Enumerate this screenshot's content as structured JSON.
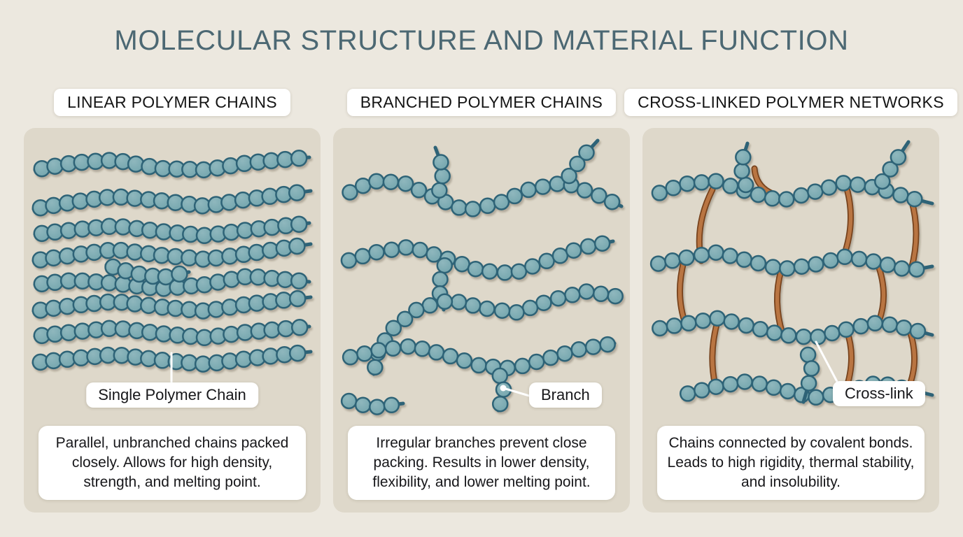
{
  "title": "MOLECULAR STRUCTURE AND MATERIAL FUNCTION",
  "colors": {
    "background": "#ece8df",
    "panel": "#ded8ca",
    "bead": "#74a6ae",
    "bead_light": "#8fb7bd",
    "bead_stroke": "#2f6477",
    "crosslink": "#b97442",
    "crosslink_dark": "#76431f",
    "title": "#4c6873",
    "text": "#17171a",
    "callout": "#ffffff"
  },
  "panels": [
    {
      "id": "linear",
      "header": "LINEAR POLYMER CHAINS",
      "label": "Single Polymer Chain",
      "description": "Parallel, unbranched chains packed closely. Allows for high density, strength, and melting point.",
      "bead": {
        "r": 11,
        "spacing": 19.5,
        "tail": 9
      },
      "chains": [
        [
          [
            16,
            60
          ],
          [
            70,
            50
          ],
          [
            130,
            46
          ],
          [
            195,
            58
          ],
          [
            260,
            60
          ],
          [
            320,
            50
          ],
          [
            408,
            42
          ]
        ],
        [
          [
            14,
            116
          ],
          [
            70,
            106
          ],
          [
            130,
            98
          ],
          [
            195,
            104
          ],
          [
            260,
            112
          ],
          [
            320,
            102
          ],
          [
            410,
            90
          ]
        ],
        [
          [
            16,
            152
          ],
          [
            70,
            146
          ],
          [
            130,
            140
          ],
          [
            195,
            148
          ],
          [
            260,
            154
          ],
          [
            320,
            146
          ],
          [
            408,
            136
          ]
        ],
        [
          [
            14,
            190
          ],
          [
            70,
            182
          ],
          [
            130,
            174
          ],
          [
            195,
            182
          ],
          [
            260,
            188
          ],
          [
            320,
            180
          ],
          [
            410,
            166
          ]
        ],
        [
          [
            16,
            224
          ],
          [
            70,
            218
          ],
          [
            130,
            222
          ],
          [
            195,
            230
          ],
          [
            260,
            224
          ],
          [
            320,
            212
          ],
          [
            408,
            220
          ]
        ],
        [
          [
            118,
            196
          ],
          [
            158,
            208
          ],
          [
            198,
            214
          ],
          [
            236,
            206
          ]
        ],
        [
          [
            14,
            262
          ],
          [
            70,
            254
          ],
          [
            130,
            248
          ],
          [
            195,
            256
          ],
          [
            260,
            262
          ],
          [
            320,
            252
          ],
          [
            410,
            242
          ]
        ],
        [
          [
            16,
            298
          ],
          [
            70,
            292
          ],
          [
            130,
            286
          ],
          [
            195,
            294
          ],
          [
            260,
            300
          ],
          [
            320,
            292
          ],
          [
            408,
            284
          ]
        ],
        [
          [
            14,
            336
          ],
          [
            70,
            330
          ],
          [
            130,
            324
          ],
          [
            195,
            332
          ],
          [
            260,
            338
          ],
          [
            320,
            330
          ],
          [
            410,
            320
          ]
        ]
      ],
      "crosslinks": [],
      "callout": {
        "line": [
          [
            211,
            322
          ],
          [
            211,
            370
          ]
        ]
      }
    },
    {
      "id": "branched",
      "header": "BRANCHED POLYMER CHAINS",
      "label": "Branch",
      "description": "Irregular branches prevent close packing. Results in lower density, flexibility, and lower melting point.",
      "bead": {
        "r": 10.5,
        "spacing": 21,
        "tail": 8
      },
      "chains": [
        [
          [
            16,
            96
          ],
          [
            56,
            76
          ],
          [
            100,
            78
          ],
          [
            146,
            100
          ],
          [
            190,
            118
          ],
          [
            236,
            108
          ],
          [
            280,
            88
          ],
          [
            330,
            78
          ],
          [
            378,
            96
          ],
          [
            412,
            112
          ]
        ],
        [
          [
            150,
            98
          ],
          [
            158,
            60
          ],
          [
            146,
            28
          ]
        ],
        [
          [
            332,
            76
          ],
          [
            354,
            44
          ],
          [
            378,
            18
          ]
        ],
        [
          [
            14,
            192
          ],
          [
            60,
            178
          ],
          [
            110,
            170
          ],
          [
            160,
            186
          ],
          [
            210,
            204
          ],
          [
            258,
            208
          ],
          [
            306,
            190
          ],
          [
            352,
            172
          ],
          [
            400,
            162
          ]
        ],
        [
          [
            162,
            188
          ],
          [
            150,
            226
          ],
          [
            158,
            260
          ]
        ],
        [
          [
            412,
            242
          ],
          [
            362,
            234
          ],
          [
            312,
            246
          ],
          [
            264,
            264
          ],
          [
            216,
            258
          ],
          [
            168,
            246
          ],
          [
            122,
            258
          ],
          [
            84,
            288
          ],
          [
            64,
            320
          ],
          [
            58,
            352
          ]
        ],
        [
          [
            16,
            330
          ],
          [
            64,
            318
          ],
          [
            112,
            312
          ],
          [
            160,
            324
          ],
          [
            210,
            340
          ],
          [
            258,
            344
          ],
          [
            306,
            330
          ],
          [
            354,
            316
          ],
          [
            402,
            308
          ]
        ],
        [
          [
            236,
            346
          ],
          [
            244,
            376
          ],
          [
            236,
            404
          ]
        ],
        [
          [
            14,
            388
          ],
          [
            56,
            400
          ],
          [
            100,
            394
          ]
        ]
      ],
      "crosslinks": [],
      "callout": {
        "line": [
          [
            243,
            372
          ],
          [
            290,
            386
          ]
        ],
        "dot": [
          243,
          372
        ]
      }
    },
    {
      "id": "crosslinked",
      "header": "CROSS-LINKED POLYMER NETWORKS",
      "label": "Cross-link",
      "description": "Chains connected by covalent bonds. Leads to high rigidity, thermal stability, and insolubility.",
      "bead": {
        "r": 10.5,
        "spacing": 21,
        "tail": 8
      },
      "chains": [
        [
          [
            16,
            96
          ],
          [
            60,
            80
          ],
          [
            106,
            76
          ],
          [
            152,
            92
          ],
          [
            198,
            104
          ],
          [
            244,
            92
          ],
          [
            290,
            78
          ],
          [
            336,
            86
          ],
          [
            382,
            100
          ],
          [
            414,
            108
          ]
        ],
        [
          [
            150,
            90
          ],
          [
            140,
            54
          ],
          [
            150,
            22
          ]
        ],
        [
          [
            338,
            84
          ],
          [
            360,
            50
          ],
          [
            380,
            20
          ]
        ],
        [
          [
            14,
            196
          ],
          [
            60,
            186
          ],
          [
            106,
            178
          ],
          [
            152,
            190
          ],
          [
            198,
            202
          ],
          [
            244,
            196
          ],
          [
            290,
            184
          ],
          [
            336,
            192
          ],
          [
            382,
            204
          ],
          [
            414,
            198
          ]
        ],
        [
          [
            16,
            288
          ],
          [
            62,
            280
          ],
          [
            108,
            272
          ],
          [
            154,
            284
          ],
          [
            200,
            296
          ],
          [
            246,
            300
          ],
          [
            292,
            288
          ],
          [
            338,
            278
          ],
          [
            384,
            288
          ],
          [
            414,
            296
          ]
        ],
        [
          [
            56,
            382
          ],
          [
            106,
            370
          ],
          [
            152,
            362
          ],
          [
            198,
            374
          ],
          [
            244,
            386
          ],
          [
            290,
            378
          ],
          [
            336,
            364
          ],
          [
            382,
            374
          ],
          [
            414,
            382
          ]
        ],
        [
          [
            234,
            316
          ],
          [
            242,
            342
          ],
          [
            237,
            368
          ],
          [
            230,
            392
          ]
        ]
      ],
      "crosslinks": [
        [
          [
            100,
            88
          ],
          [
            74,
            140
          ],
          [
            84,
            190
          ]
        ],
        [
          [
            160,
            58
          ],
          [
            162,
            84
          ],
          [
            186,
            94
          ]
        ],
        [
          [
            290,
            80
          ],
          [
            306,
            130
          ],
          [
            288,
            182
          ]
        ],
        [
          [
            384,
            102
          ],
          [
            398,
            150
          ],
          [
            384,
            202
          ]
        ],
        [
          [
            60,
            188
          ],
          [
            46,
            238
          ],
          [
            62,
            282
          ]
        ],
        [
          [
            198,
            204
          ],
          [
            186,
            248
          ],
          [
            200,
            294
          ]
        ],
        [
          [
            336,
            194
          ],
          [
            352,
            238
          ],
          [
            338,
            276
          ]
        ],
        [
          [
            108,
            274
          ],
          [
            94,
            322
          ],
          [
            104,
            368
          ]
        ],
        [
          [
            292,
            290
          ],
          [
            306,
            330
          ],
          [
            290,
            376
          ]
        ],
        [
          [
            382,
            290
          ],
          [
            396,
            334
          ],
          [
            380,
            372
          ]
        ]
      ],
      "callout": {
        "line": [
          [
            248,
            306
          ],
          [
            284,
            374
          ]
        ]
      }
    }
  ]
}
